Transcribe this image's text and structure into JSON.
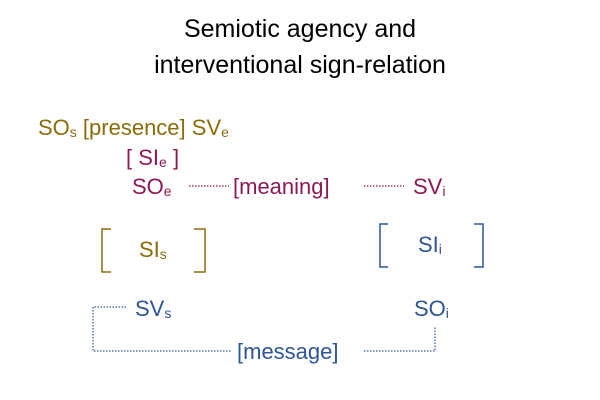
{
  "title": {
    "line1": "Semiotic agency and",
    "line2": "interventional sign-relation"
  },
  "colors": {
    "olive": "#8a6d0b",
    "crimson": "#8c1a55",
    "blue": "#2e5597"
  },
  "labels": {
    "so_s": {
      "base": "SO",
      "sub": "s"
    },
    "presence": "[presence]",
    "sv_e": {
      "base": "SV",
      "sub": "e"
    },
    "si_e": {
      "open": "[ ",
      "base": "SI",
      "sub": "e",
      "close": " ]"
    },
    "so_e": {
      "base": "SO",
      "sub": "e"
    },
    "meaning": "[meaning]",
    "sv_i": {
      "base": "SV",
      "sub": "i"
    },
    "si_s": {
      "base": "SI",
      "sub": "s"
    },
    "si_i": {
      "base": "SI",
      "sub": "i"
    },
    "sv_s": {
      "base": "SV",
      "sub": "s"
    },
    "so_i": {
      "base": "SO",
      "sub": "i"
    },
    "message": "[message]"
  }
}
